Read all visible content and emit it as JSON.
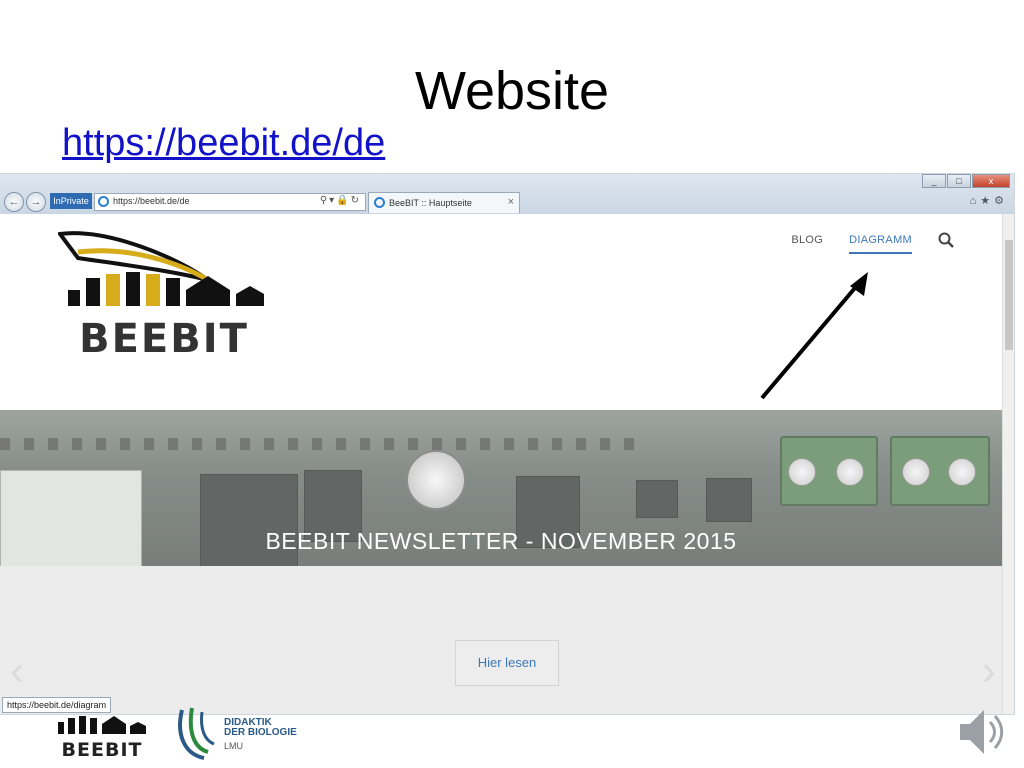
{
  "slide": {
    "title": "Website",
    "link": "https://beebit.de/de"
  },
  "browser": {
    "inprivate_label": "InPrivate",
    "address": "https://beebit.de/de",
    "tab_title": "BeeBIT :: Hauptseite",
    "window_buttons": [
      "_",
      "□",
      "x"
    ],
    "status_url": "https://beebit.de/diagram"
  },
  "site": {
    "logo_text": "BEEBIT",
    "nav": [
      {
        "label": "BLOG",
        "active": false
      },
      {
        "label": "DIAGRAMM",
        "active": true
      }
    ],
    "hero_title": "BEEBIT NEWSLETTER - NOVEMBER 2015",
    "read_more": "Hier lesen",
    "prev_arrow": "‹",
    "next_arrow": "›",
    "accent_color": "#3e78b6"
  },
  "footer": {
    "beebit_logo_text": "BEEBIT",
    "bio_line1": "DIDAKTIK",
    "bio_line2": "DER BIOLOGIE",
    "bio_line3": "LMU"
  }
}
